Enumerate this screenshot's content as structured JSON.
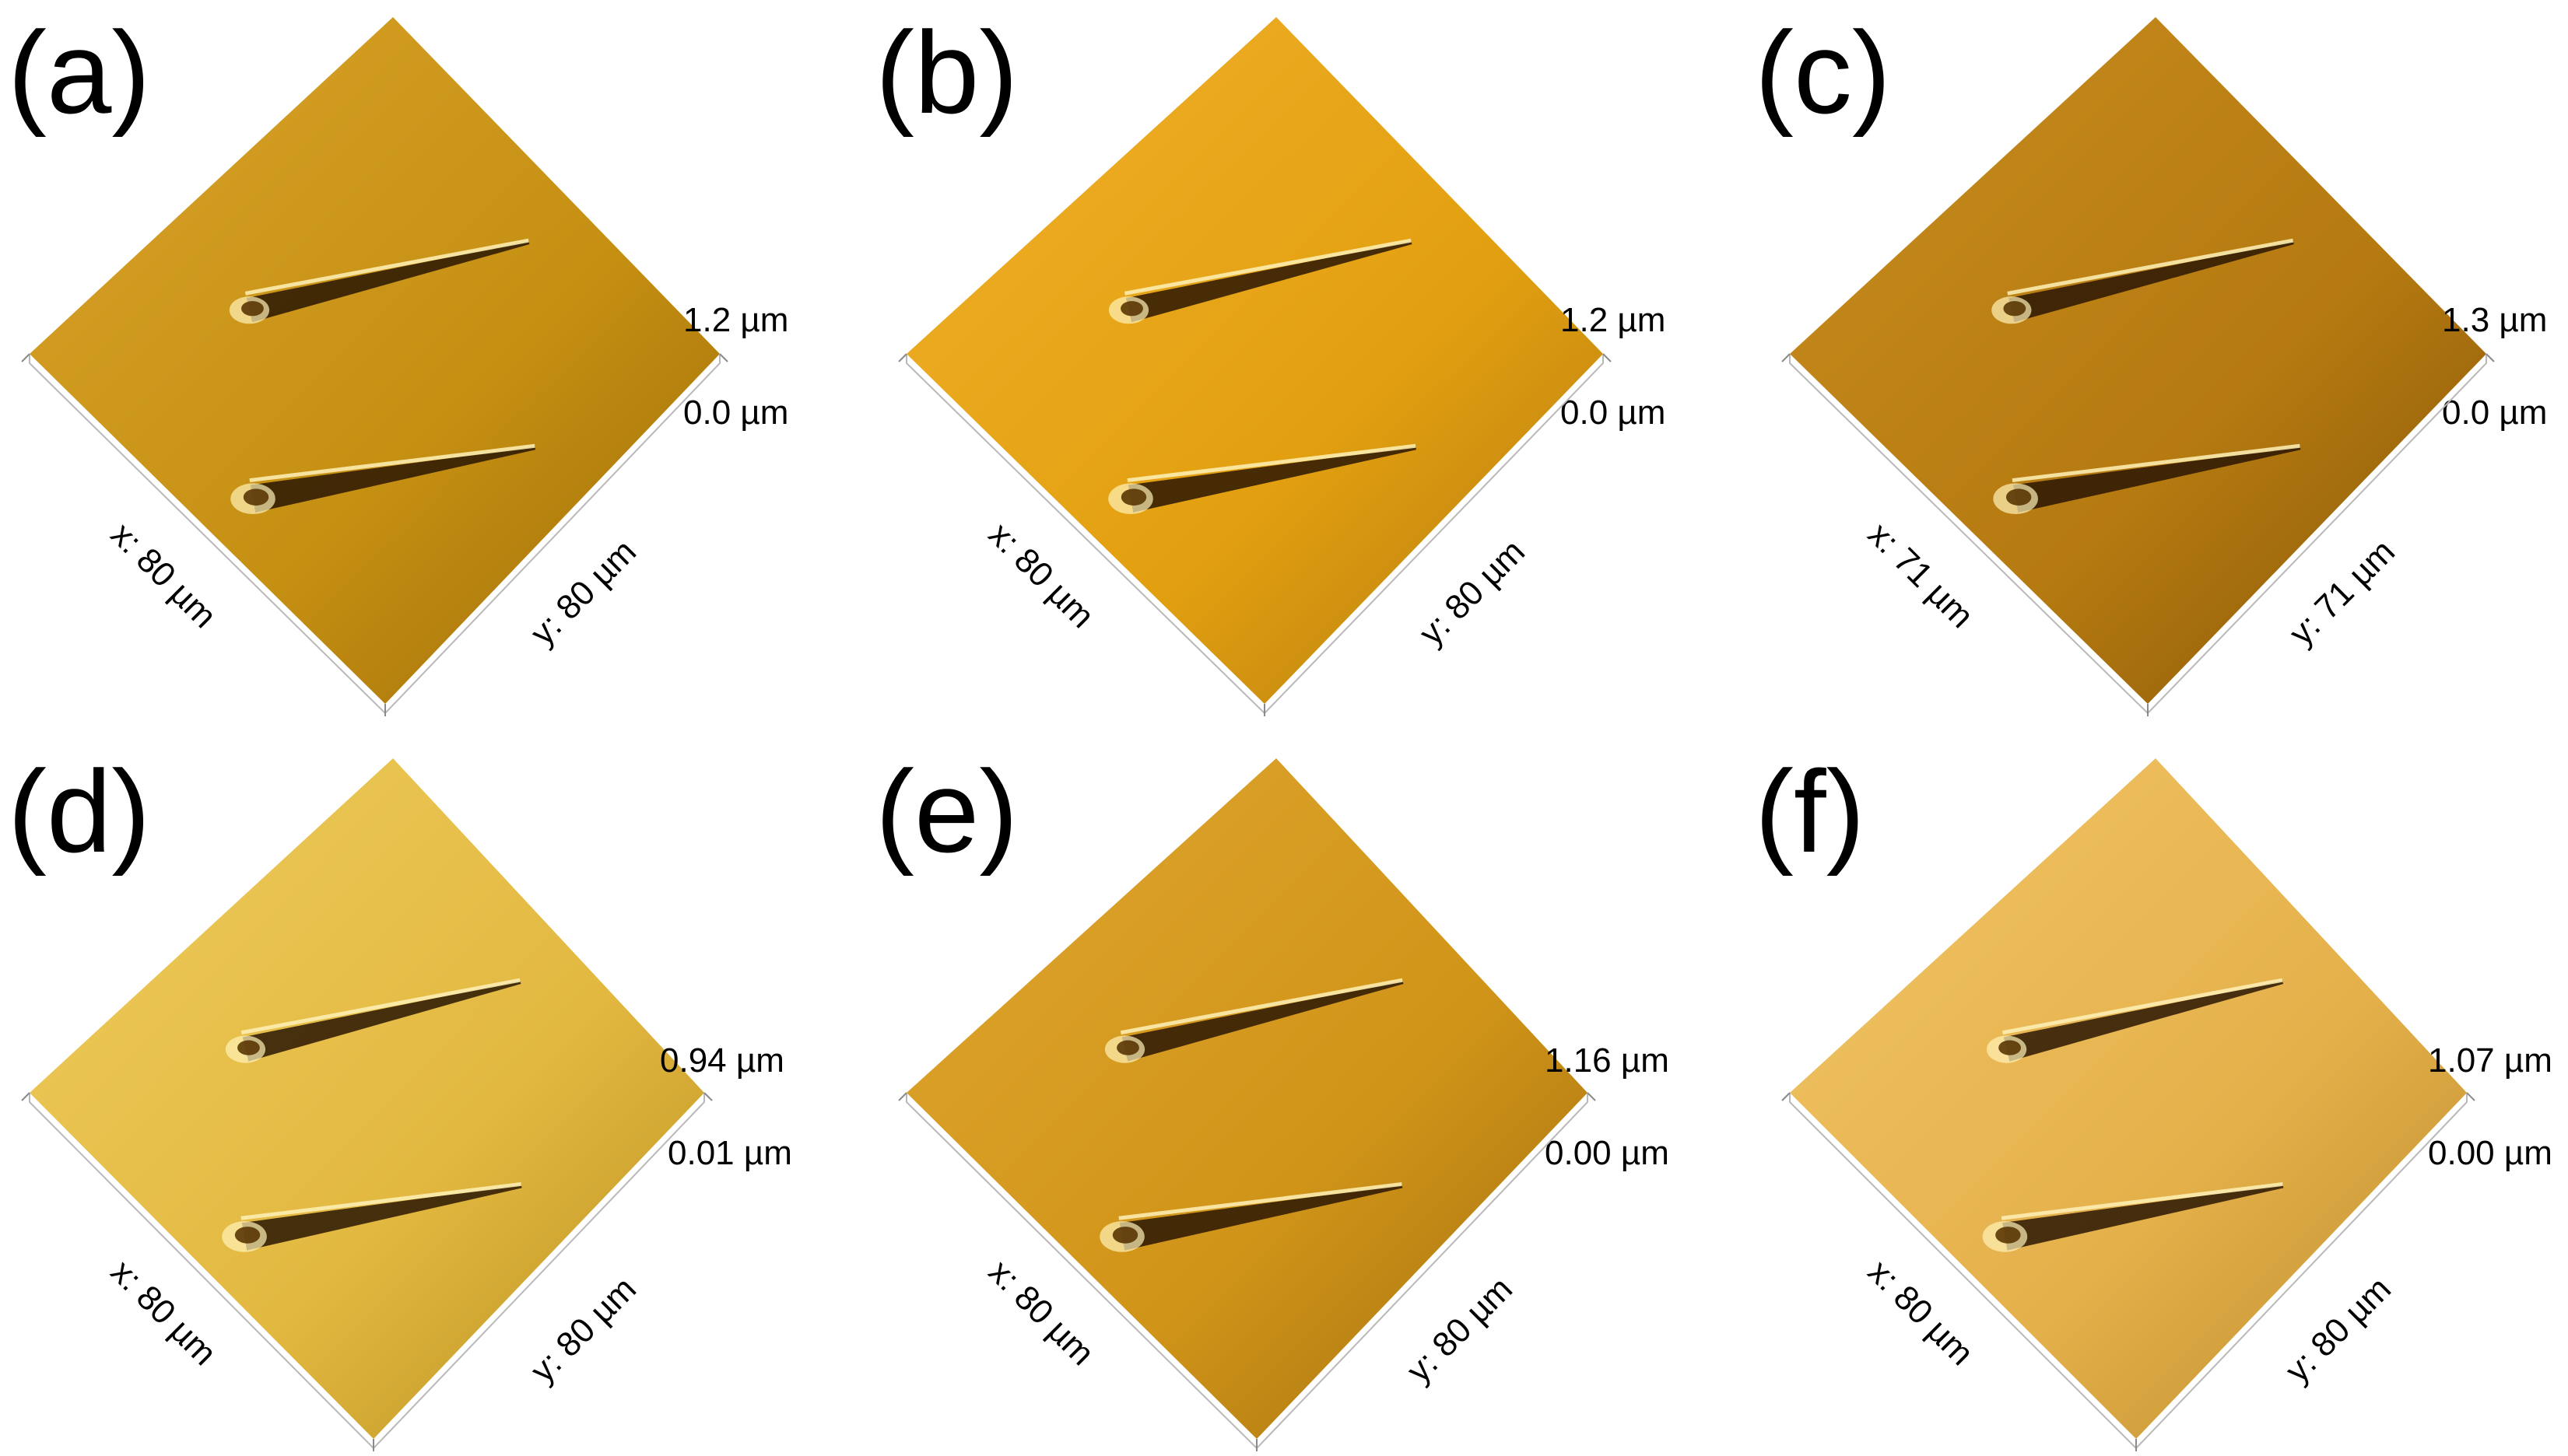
{
  "panels": [
    {
      "letter": "(a)",
      "z_max": "1.2 µm",
      "z_min": "0.0 µm",
      "x_label": "x: 80 µm",
      "y_label": "y: 80 µm",
      "colors": {
        "light": "#d8a42a",
        "mid": "#c58f12",
        "dark": "#9c6a08"
      }
    },
    {
      "letter": "(b)",
      "z_max": "1.2 µm",
      "z_min": "0.0 µm",
      "x_label": "x: 80 µm",
      "y_label": "y: 80 µm",
      "colors": {
        "light": "#f0b02a",
        "mid": "#e2a010",
        "dark": "#b07810"
      }
    },
    {
      "letter": "(c)",
      "z_max": "1.3 µm",
      "z_min": "0.0 µm",
      "x_label": "x: 71 µm",
      "y_label": "y: 71 µm",
      "colors": {
        "light": "#c98d1e",
        "mid": "#b57a10",
        "dark": "#845408"
      }
    },
    {
      "letter": "(d)",
      "z_max": "0.94 µm",
      "z_min": "0.01 µm",
      "x_label": "x: 80 µm",
      "y_label": "y: 80 µm",
      "colors": {
        "light": "#efcc5e",
        "mid": "#e2b840",
        "dark": "#b88e20"
      }
    },
    {
      "letter": "(e)",
      "z_max": "1.16 µm",
      "z_min": "0.00 µm",
      "x_label": "x: 80 µm",
      "y_label": "y: 80 µm",
      "colors": {
        "light": "#e0a630",
        "mid": "#d09418",
        "dark": "#a06e10"
      }
    },
    {
      "letter": "(f)",
      "z_max": "1.07 µm",
      "z_min": "0.00 µm",
      "x_label": "x: 80 µm",
      "y_label": "y: 80 µm",
      "colors": {
        "light": "#f2c668",
        "mid": "#e4b04a",
        "dark": "#b88a2a"
      }
    }
  ],
  "scratch_colors": {
    "groove": "#2a1604",
    "highlight": "#fff2b8",
    "shadow": "#5a3604"
  }
}
